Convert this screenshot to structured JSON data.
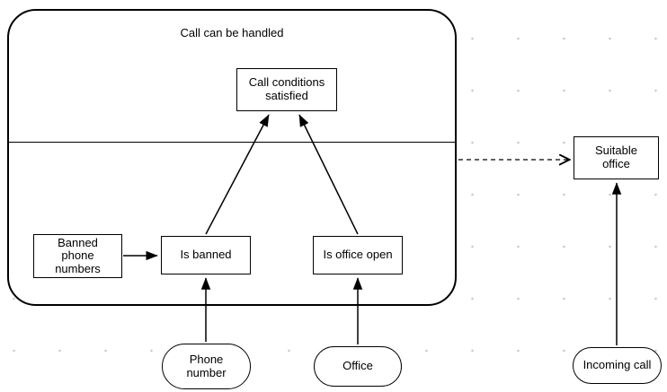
{
  "diagram": {
    "title": "Call can be handled",
    "nodes": {
      "call_conditions_satisfied": "Call conditions\nsatisfied",
      "banned_phone_numbers": "Banned\nphone\nnumbers",
      "is_banned": "Is banned",
      "is_office_open": "Is office open",
      "suitable_office": "Suitable\noffice",
      "phone_number": "Phone\nnumber",
      "office": "Office",
      "incoming_call": "Incoming call"
    },
    "edges": [
      {
        "from": "banned_phone_numbers",
        "to": "is_banned",
        "style": "solid"
      },
      {
        "from": "is_banned",
        "to": "call_conditions_satisfied",
        "style": "solid"
      },
      {
        "from": "is_office_open",
        "to": "call_conditions_satisfied",
        "style": "solid"
      },
      {
        "from": "phone_number",
        "to": "is_banned",
        "style": "solid"
      },
      {
        "from": "office",
        "to": "is_office_open",
        "style": "solid"
      },
      {
        "from": "incoming_call",
        "to": "suitable_office",
        "style": "solid"
      },
      {
        "from": "call_can_be_handled",
        "to": "suitable_office",
        "style": "dashed"
      }
    ],
    "colors": {
      "node_border": "#000000",
      "background": "#ffffff",
      "dot_grid": "#c6c6c6"
    }
  }
}
